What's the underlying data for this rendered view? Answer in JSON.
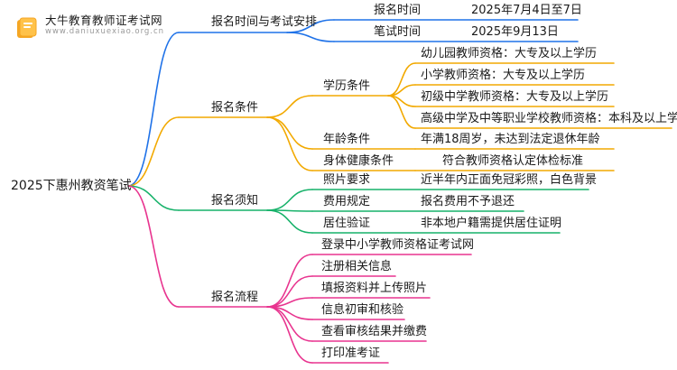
{
  "brand": {
    "name": "大牛教育教师证考试网",
    "url": "www.daniuxuexiao.org.cn"
  },
  "colors": {
    "blue": "#1f72e8",
    "orange": "#f2a900",
    "green": "#17b26a",
    "pink": "#e8348f",
    "logo": "#f5a623"
  },
  "mindmap": {
    "root": "2025下惠州教资笔试",
    "branches": [
      {
        "label": "报名时间与考试安排",
        "items": [
          {
            "label": "报名时间",
            "value": "2025年7月4日至7日"
          },
          {
            "label": "笔试时间",
            "value": "2025年9月13日"
          }
        ]
      },
      {
        "label": "报名条件",
        "groups": [
          {
            "label": "学历条件",
            "values": [
              "幼儿园教师资格：大专及以上学历",
              "小学教师资格：大专及以上学历",
              "初级中学教师资格：大专及以上学历",
              "高级中学及中等职业学校教师资格：本科及以上学历"
            ]
          },
          {
            "label": "年龄条件",
            "values": [
              "年满18周岁，未达到法定退休年龄"
            ]
          },
          {
            "label": "身体健康条件",
            "values": [
              "符合教师资格认定体检标准"
            ]
          }
        ]
      },
      {
        "label": "报名须知",
        "items": [
          {
            "label": "照片要求",
            "value": "近半年内正面免冠彩照，白色背景"
          },
          {
            "label": "费用规定",
            "value": "报名费用不予退还"
          },
          {
            "label": "居住验证",
            "value": "非本地户籍需提供居住证明"
          }
        ]
      },
      {
        "label": "报名流程",
        "steps": [
          "登录中小学教师资格证考试网",
          "注册相关信息",
          "填报资料并上传照片",
          "信息初审和核验",
          "查看审核结果并缴费",
          "打印准考证"
        ]
      }
    ]
  }
}
